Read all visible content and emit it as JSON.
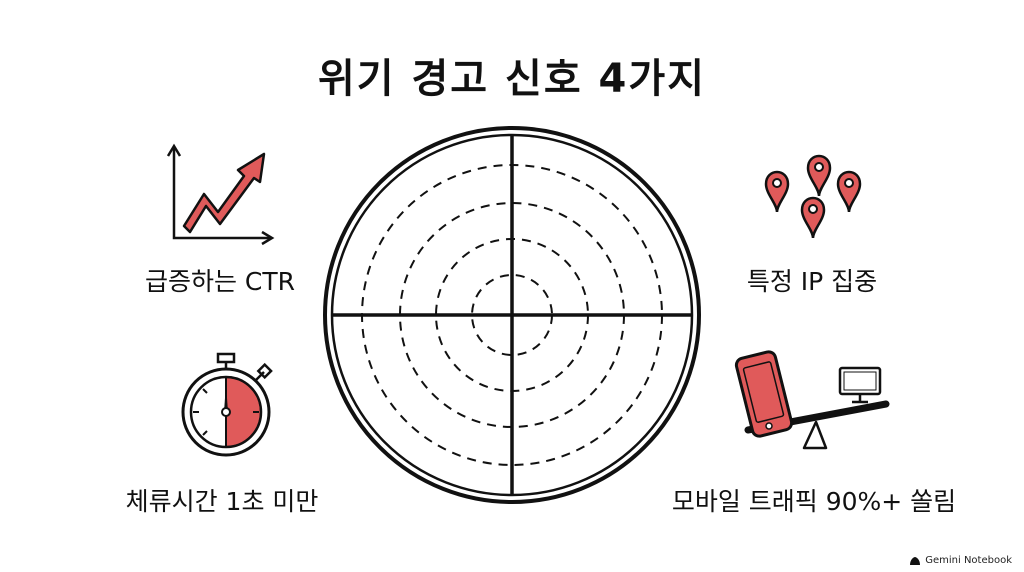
{
  "title": "위기 경고 신호 4가지",
  "signals": [
    {
      "label": "급증하는 CTR",
      "icon": "rising-arrow-chart-icon"
    },
    {
      "label": "특정 IP 집중",
      "icon": "location-pins-icon"
    },
    {
      "label": "체류시간 1초 미만",
      "icon": "stopwatch-icon"
    },
    {
      "label": "모바일 트래픽 90%+ 쏠림",
      "icon": "mobile-vs-desktop-balance-icon"
    }
  ],
  "footer": {
    "text": "Gemini Notebook"
  },
  "colors": {
    "accent": "#e05a5a",
    "ink": "#111111"
  }
}
